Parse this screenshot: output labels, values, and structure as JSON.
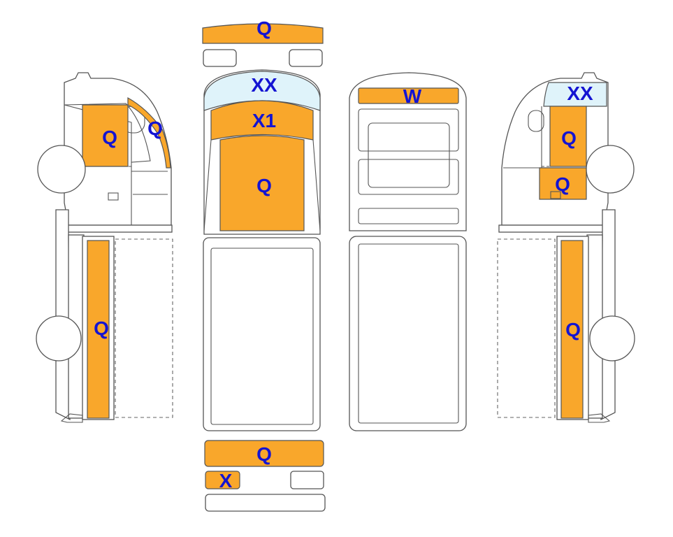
{
  "colors": {
    "highlight_orange": "#f9a72b",
    "glass_blue": "#dff3fa",
    "label_blue": "#1414d2",
    "outline": "#555555"
  },
  "labels": {
    "front_bumper": "Q",
    "windshield": "XX",
    "roof_front": "X1",
    "roof": "Q",
    "rear_window": "W",
    "rear_bumper": "Q",
    "plate_area": "X",
    "left_door": "Q",
    "left_a_pillar": "Q",
    "left_bed_side": "Q",
    "right_windshield": "XX",
    "right_door_upper": "Q",
    "right_door_lower": "Q",
    "right_bed_side": "Q"
  }
}
